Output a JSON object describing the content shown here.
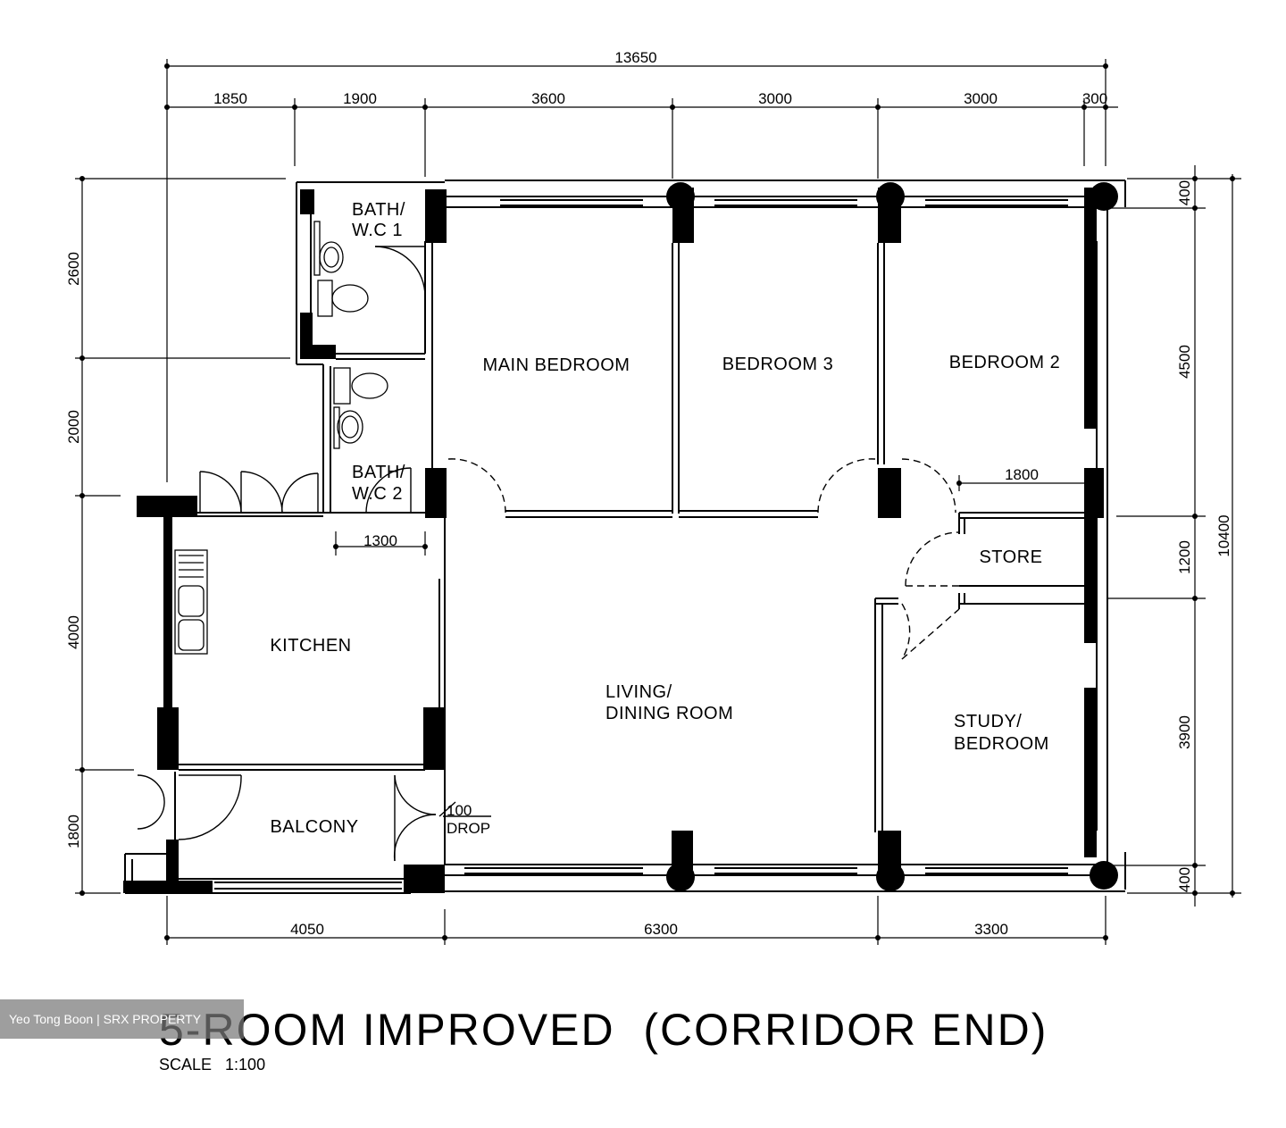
{
  "plan": {
    "title": "5-ROOM IMPROVED  (CORRIDOR END)",
    "scale": "SCALE   1:100",
    "rooms": {
      "bath1_l1": "BATH/",
      "bath1_l2": "W.C 1",
      "bath2_l1": "BATH/",
      "bath2_l2": "W.C 2",
      "main_bedroom": "MAIN BEDROOM",
      "bedroom3": "BEDROOM 3",
      "bedroom2": "BEDROOM 2",
      "kitchen": "KITCHEN",
      "living_l1": "LIVING/",
      "living_l2": "DINING ROOM",
      "store": "STORE",
      "study_l1": "STUDY/",
      "study_l2": "BEDROOM",
      "balcony": "BALCONY",
      "drop_l1": "100",
      "drop_l2": "DROP"
    },
    "dimensions": {
      "overall_top": "13650",
      "top_1": "1850",
      "top_2": "1900",
      "top_3": "3600",
      "top_4": "3000",
      "top_5": "3000",
      "top_6": "300",
      "left_1": "2600",
      "left_2": "2000",
      "left_3": "4000",
      "left_4": "1800",
      "right_1": "400",
      "right_2": "4500",
      "right_3": "1200",
      "right_4": "3900",
      "right_5": "400",
      "right_overall": "10400",
      "bottom_1": "4050",
      "bottom_2": "6300",
      "bottom_3": "3300",
      "inner_1300": "1300",
      "inner_1800": "1800"
    }
  },
  "watermark": "Yeo Tong Boon | SRX PROPERTY"
}
